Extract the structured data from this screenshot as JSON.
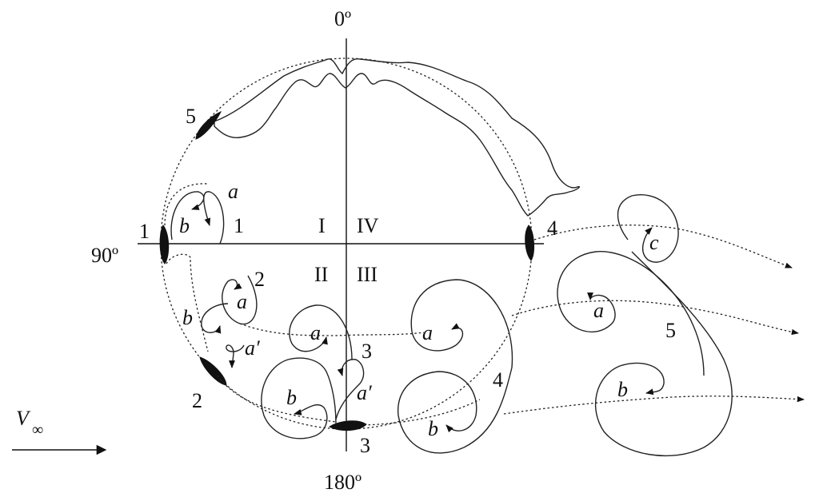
{
  "angles": {
    "top": "0º",
    "left": "90º",
    "bottom": "180º"
  },
  "quadrants": {
    "q1": "I",
    "q2": "II",
    "q3": "III",
    "q4": "IV"
  },
  "blade_labels": [
    "1",
    "2",
    "3",
    "4",
    "5"
  ],
  "vortex_system_labels": [
    "1",
    "2",
    "3",
    "4",
    "5"
  ],
  "vortex_labels": {
    "a": "a",
    "b": "b",
    "c": "c",
    "a_prime": "a′"
  },
  "freestream": {
    "symbol": "V",
    "subscript": "∞"
  }
}
